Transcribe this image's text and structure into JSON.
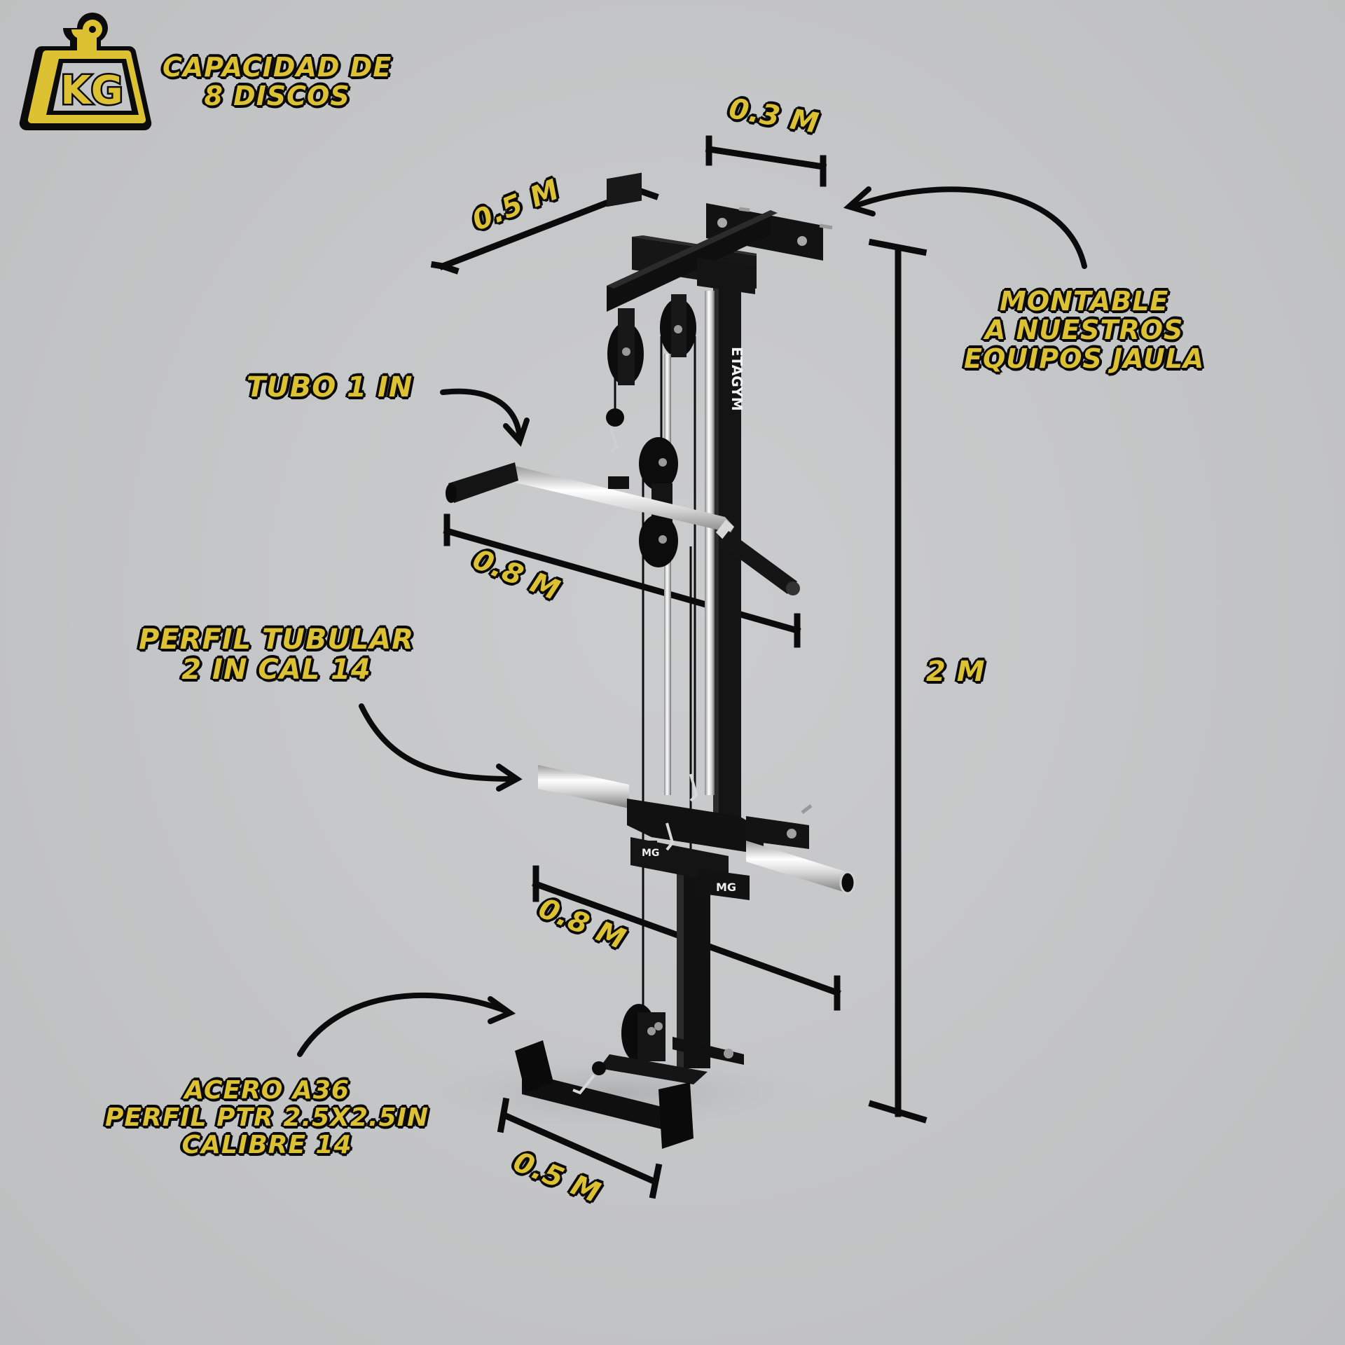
{
  "infographic": {
    "product_brand_mark": "ETAGYM",
    "frame_logo": "MG",
    "specs": {
      "capacity": {
        "icon": "kg-weight-icon",
        "line1": "CAPACIDAD DE",
        "line2": "8 DISCOS"
      },
      "mount": {
        "line1": "MONTABLE",
        "line2": "A NUESTROS",
        "line3": "EQUIPOS JAULA"
      },
      "bar_tube": {
        "line1": "TUBO 1 IN"
      },
      "profile_tube": {
        "line1": "PERFIL TUBULAR",
        "line2": "2 IN CAL 14"
      },
      "steel": {
        "line1": "ACERO A36",
        "line2": "PERFIL PTR 2.5X2.5IN",
        "line3": "CALIBRE 14"
      }
    },
    "dimensions": {
      "top_depth": "0.3 M",
      "top_width": "0.5 M",
      "bar_length": "0.8 M",
      "height": "2 M",
      "loading_width": "0.8 M",
      "base_width": "0.5 M"
    },
    "colors": {
      "label_fill": "#dcc132",
      "label_outline": "#0b0b0b",
      "background": "#c4c5c6",
      "frame": "#111111",
      "chrome": "#e6e6e6"
    }
  }
}
